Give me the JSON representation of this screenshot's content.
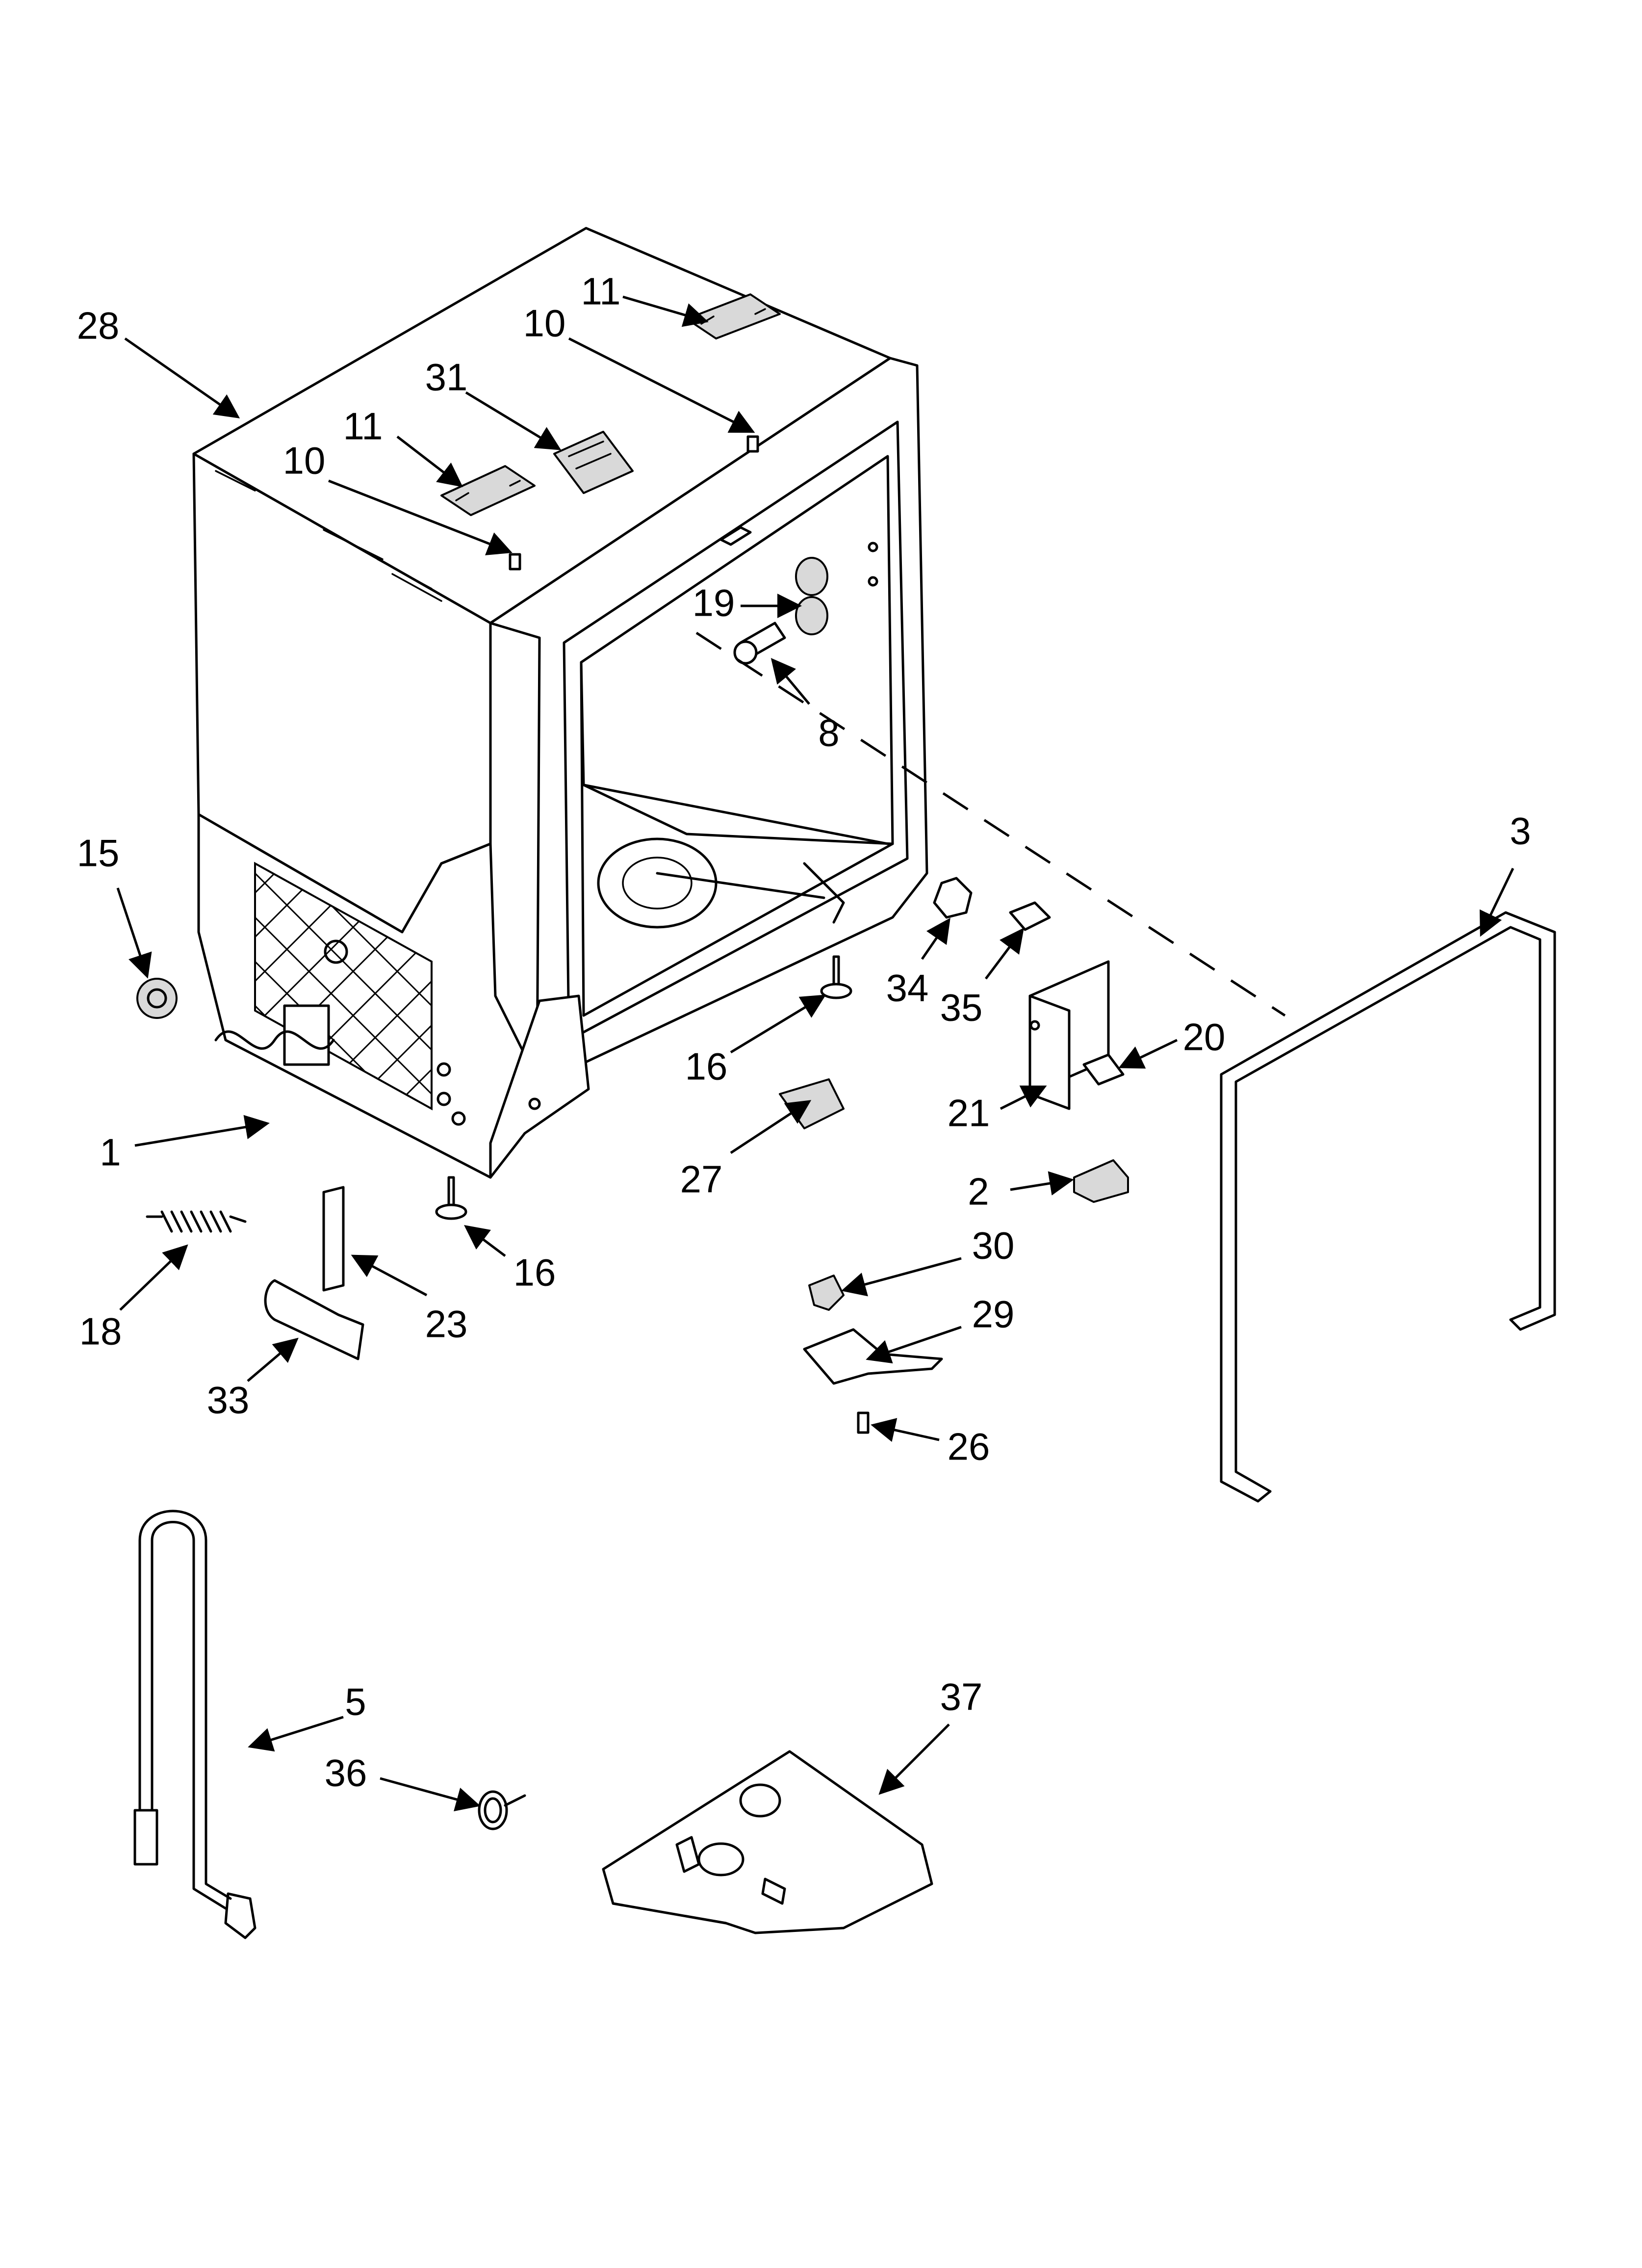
{
  "callouts": {
    "c28": "28",
    "c11a": "11",
    "c10a": "10",
    "c31": "31",
    "c11b": "11",
    "c10b": "10",
    "c19": "19",
    "c8": "8",
    "c3": "3",
    "c15": "15",
    "c34": "34",
    "c35": "35",
    "c16a": "16",
    "c20": "20",
    "c21": "21",
    "c1": "1",
    "c27": "27",
    "c2": "2",
    "c16b": "16",
    "c30": "30",
    "c23": "23",
    "c18": "18",
    "c29": "29",
    "c33": "33",
    "c26": "26",
    "c5": "5",
    "c37": "37",
    "c36": "36"
  },
  "colors": {
    "line": "#000000",
    "background": "#ffffff",
    "part_fill": "#d9d9d9"
  }
}
